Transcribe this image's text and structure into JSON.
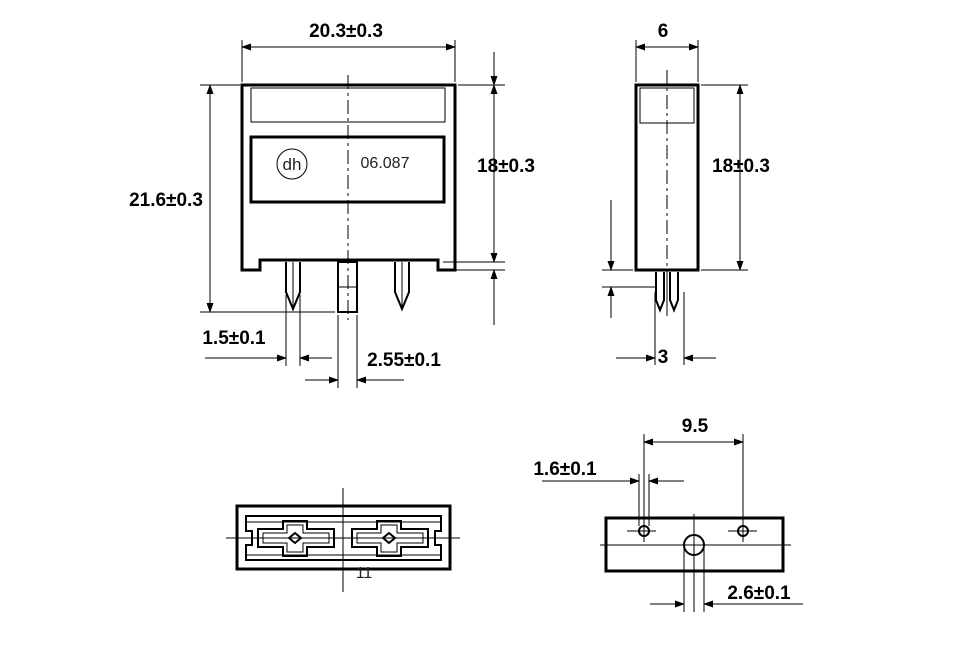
{
  "front_view": {
    "width_label": "20.3±0.3",
    "total_height_label": "21.6±0.3",
    "body_height_label": "18±0.3",
    "logo_text": "dh",
    "part_number": "06.087",
    "pin_width_label": "1.5±0.1",
    "pin_spacing_label": "2.55±0.1"
  },
  "side_view": {
    "width_label": "6",
    "height_label": "18±0.3",
    "pin_offset_label": "3"
  },
  "bottom_view": {
    "center_label": "11"
  },
  "pcb_layout": {
    "spacing_label": "9.5",
    "hole_diameter_label": "1.6±0.1",
    "center_hole_label": "2.6±0.1"
  }
}
